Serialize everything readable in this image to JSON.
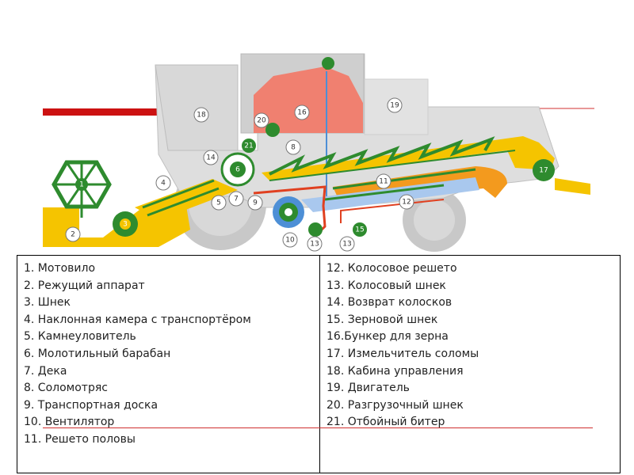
{
  "diagram": {
    "callouts": [
      "1",
      "2",
      "3",
      "4",
      "5",
      "6",
      "7",
      "8",
      "9",
      "10",
      "11",
      "12",
      "13",
      "13",
      "14",
      "15",
      "16",
      "17",
      "18",
      "19",
      "20",
      "21"
    ]
  },
  "legend": {
    "left": [
      "1. Мотовило",
      "2. Режущий аппарат",
      "3. Шнек",
      "4. Наклонная камера с транспортёром",
      "5. Камнеуловитель",
      "6. Молотильный барабан",
      "7. Дека",
      "8. Соломотряс",
      "9. Транспортная доска",
      "10. Вентилятор",
      "11. Решето половы"
    ],
    "right": [
      "12. Колосовое решето",
      "13. Колосовый шнек",
      "14. Возврат колосков",
      "15. Зерновой шнек",
      "16.Бункер для зерна",
      "17. Измельчитель соломы",
      "18. Кабина управления",
      "19. Двигатель",
      "20. Разгрузочный шнек",
      "21. Отбойный битер"
    ]
  },
  "colors": {
    "body": "#dedede",
    "green": "#2e8b2e",
    "yellow": "#f5c400",
    "orange": "#f39a1e",
    "red": "#e04020",
    "bunker": "#f08070",
    "blue": "#4d8fd6",
    "wheel": "#c8c8c8"
  }
}
